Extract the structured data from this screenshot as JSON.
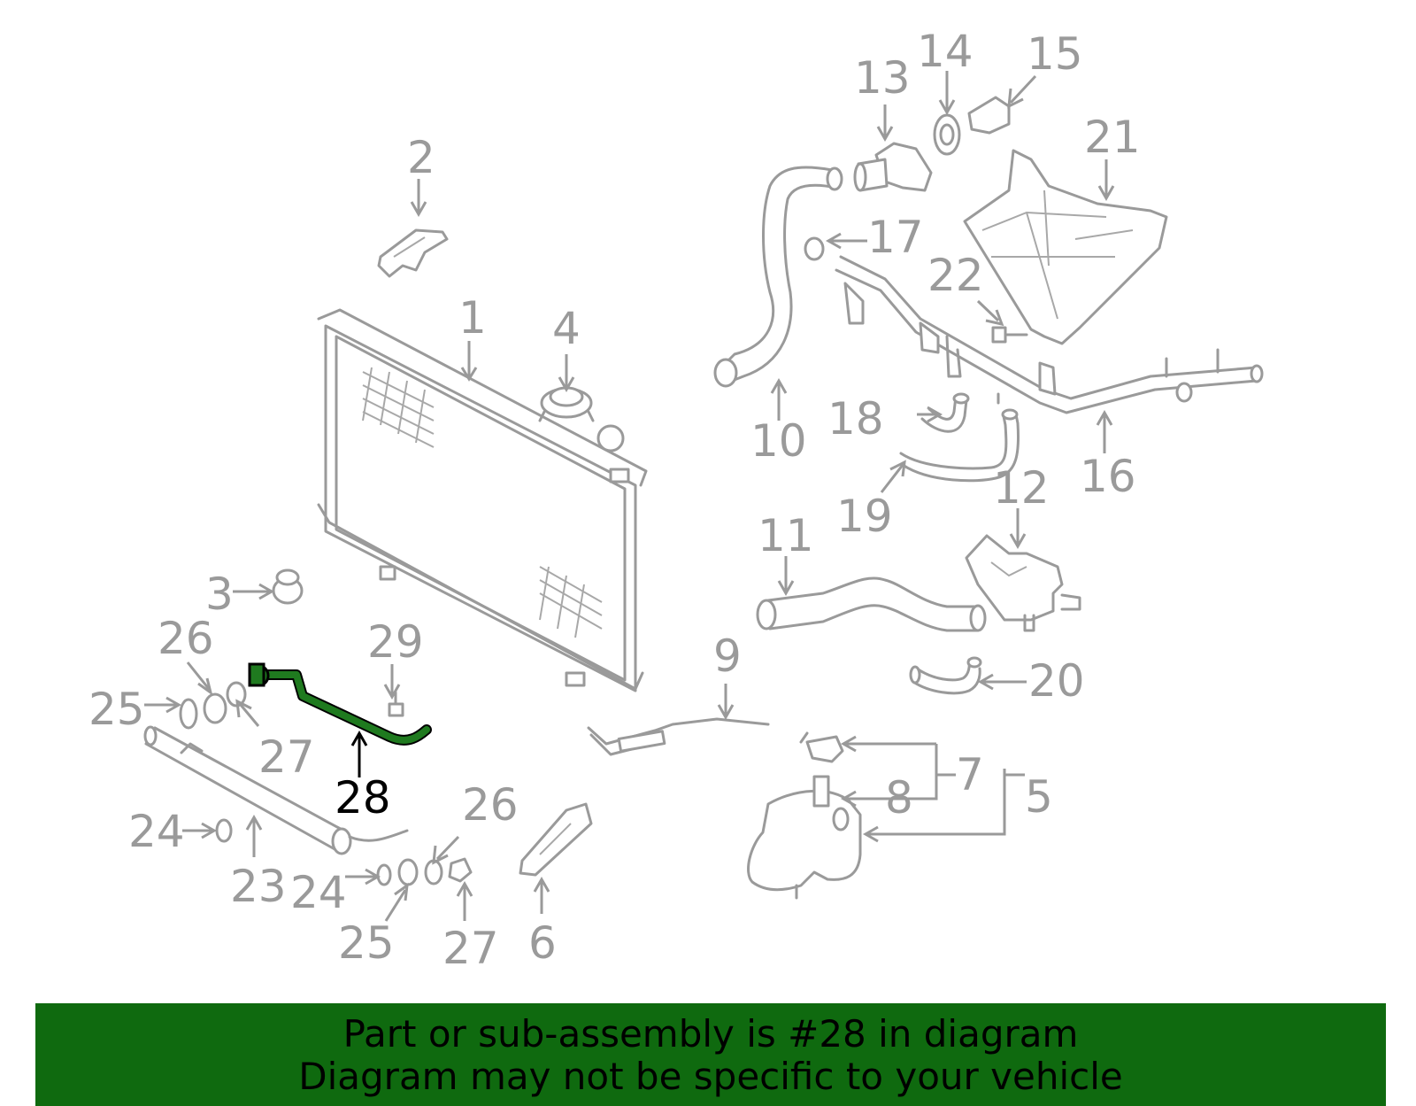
{
  "callouts": {
    "c1": "1",
    "c2": "2",
    "c3": "3",
    "c4": "4",
    "c5": "5",
    "c6": "6",
    "c7": "7",
    "c8": "8",
    "c9": "9",
    "c10": "10",
    "c11": "11",
    "c12": "12",
    "c13": "13",
    "c14": "14",
    "c15": "15",
    "c16": "16",
    "c17": "17",
    "c18": "18",
    "c19": "19",
    "c20": "20",
    "c21": "21",
    "c22": "22",
    "c23": "23",
    "c24a": "24",
    "c24b": "24",
    "c25a": "25",
    "c25b": "25",
    "c26a": "26",
    "c26b": "26",
    "c27a": "27",
    "c27b": "27",
    "c28": "28",
    "c29": "29"
  },
  "highlighted_part": "28",
  "colors": {
    "part_gray": "#9a9a9a",
    "highlight_green": "#1f7a1f",
    "banner_green": "#0f6a0f"
  },
  "banner": {
    "line1": "Part or sub-assembly is #28 in diagram",
    "line2": "Diagram may not be specific to your vehicle"
  }
}
